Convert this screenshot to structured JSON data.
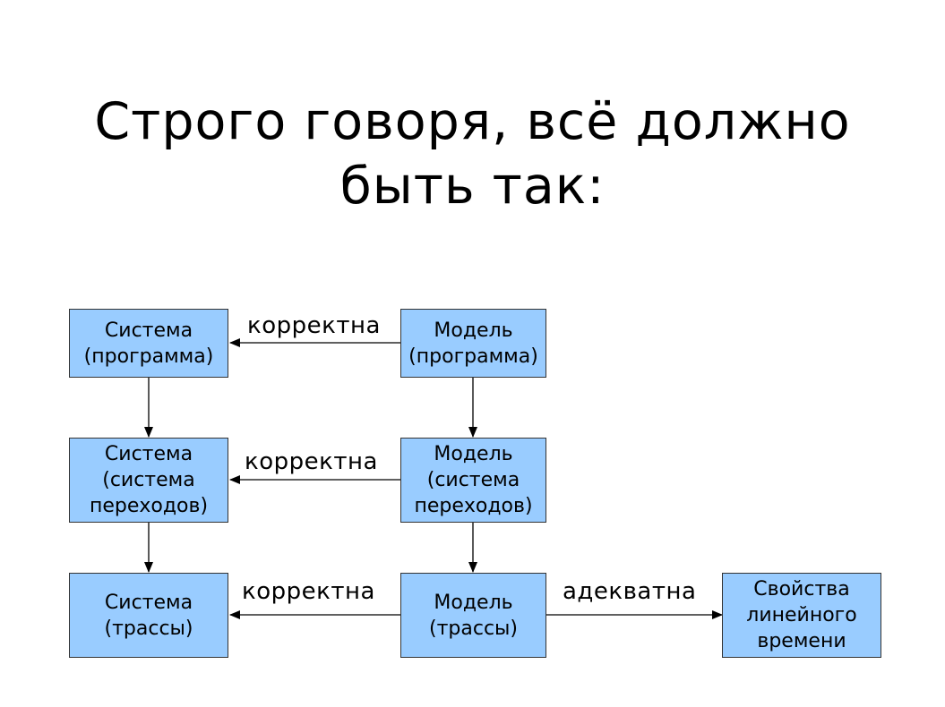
{
  "slide": {
    "title_lines": [
      "Строго говоря, всё должно",
      "быть так:"
    ]
  },
  "nodes": {
    "system_program": [
      "Система",
      "(программа)"
    ],
    "model_program": [
      "Модель",
      "(программа)"
    ],
    "system_transition": [
      "Система",
      "(система",
      "переходов)"
    ],
    "model_transition": [
      "Модель",
      "(система",
      "переходов)"
    ],
    "system_traces": [
      "Система",
      "(трассы)"
    ],
    "model_traces": [
      "Модель",
      "(трассы)"
    ],
    "ltl_properties": [
      "Свойства",
      "линейного",
      "времени"
    ]
  },
  "edges": {
    "label_row1": "корректна",
    "label_row2": "корректна",
    "label_row3": "корректна",
    "label_adequate": "адекватна"
  },
  "colors": {
    "box_fill": "#99ccff",
    "box_border": "#333333",
    "line": "#000000"
  }
}
